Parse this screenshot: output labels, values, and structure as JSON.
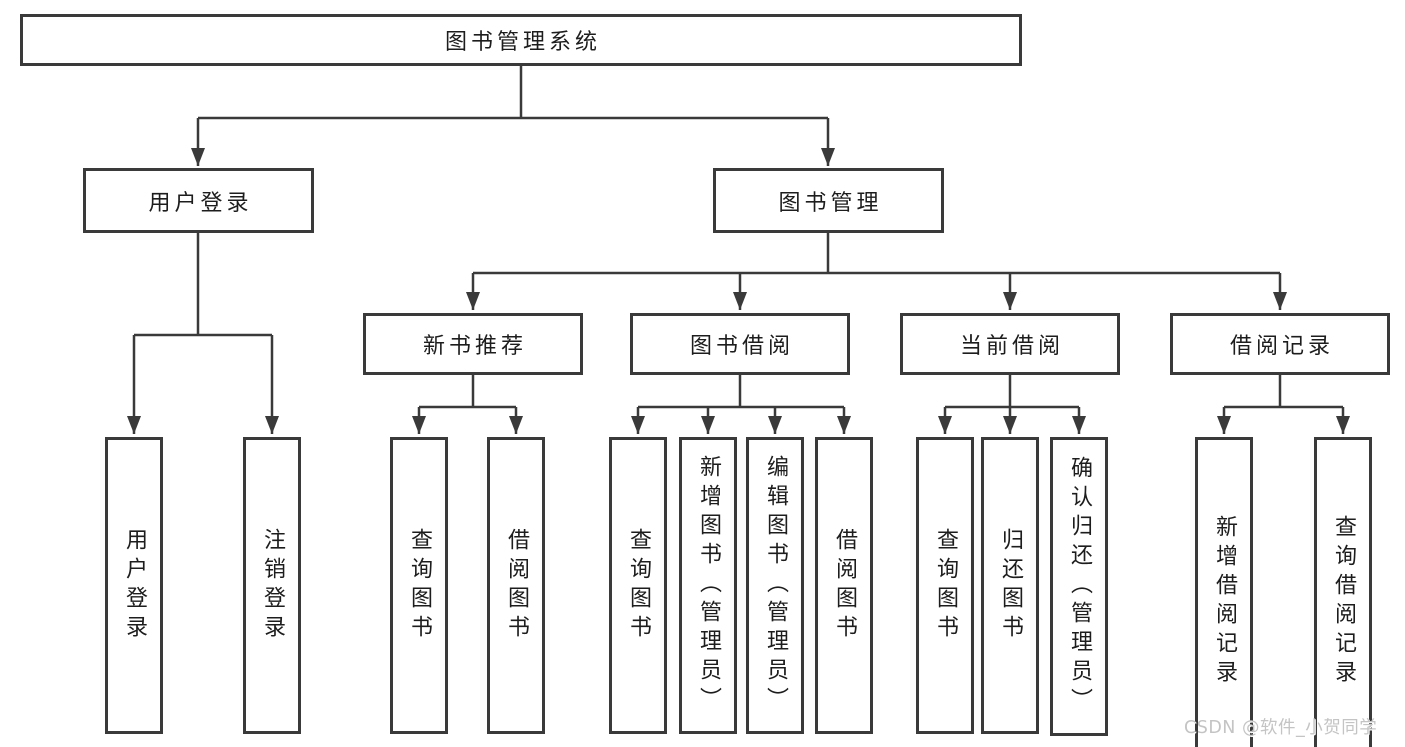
{
  "diagram": {
    "root": {
      "label": "图书管理系统"
    },
    "branches": [
      {
        "label": "用户登录",
        "children": [
          {
            "label": "用户登录"
          },
          {
            "label": "注销登录"
          }
        ]
      },
      {
        "label": "图书管理",
        "children": [
          {
            "label": "新书推荐",
            "children": [
              {
                "label": "查询图书"
              },
              {
                "label": "借阅图书"
              }
            ]
          },
          {
            "label": "图书借阅",
            "children": [
              {
                "label": "查询图书"
              },
              {
                "label": "新增图书（管理员）"
              },
              {
                "label": "编辑图书（管理员）"
              },
              {
                "label": "借阅图书"
              }
            ]
          },
          {
            "label": "当前借阅",
            "children": [
              {
                "label": "查询图书"
              },
              {
                "label": "归还图书"
              },
              {
                "label": "确认归还（管理员）"
              }
            ]
          },
          {
            "label": "借阅记录",
            "children": [
              {
                "label": "新增借阅记录"
              },
              {
                "label": "查询借阅记录"
              }
            ]
          }
        ]
      }
    ]
  },
  "watermark": {
    "text": "CSDN @软件_小贺同学"
  },
  "colors": {
    "line": "#3a3a3a",
    "text": "#1d1d1d",
    "background": "#ffffff",
    "watermark": "#c4c4c4"
  }
}
